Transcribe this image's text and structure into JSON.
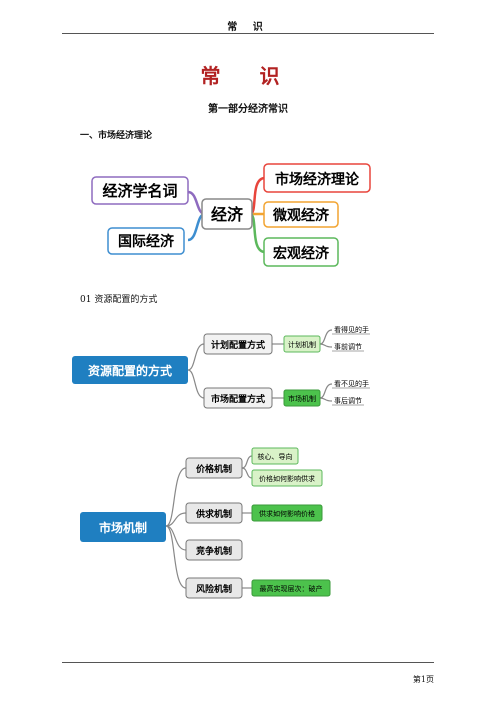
{
  "header": {
    "text": "常 识"
  },
  "title": "常 识",
  "part_title": "第一部分经济常识",
  "section_title": "一、市场经济理论",
  "map1": {
    "center": "经济",
    "left_top": "经济学名词",
    "left_bottom": "国际经济",
    "right_1": "市场经济理论",
    "right_2": "微观经济",
    "right_3": "宏观经济"
  },
  "subtitle": "01 资源配置的方式",
  "map2": {
    "root": "资源配置的方式",
    "plan": "计划配置方式",
    "plan_mech": "计划机制",
    "plan_note_1": "看得见的手",
    "plan_note_2": "事前调节",
    "market": "市场配置方式",
    "market_mech": "市场机制",
    "market_note_1": "看不见的手",
    "market_note_2": "事后调节"
  },
  "map3": {
    "root": "市场机制",
    "price": "价格机制",
    "price_note_1": "核心、导向",
    "price_note_2": "价格如何影响供求",
    "supply": "供求机制",
    "supply_note": "供求如何影响价格",
    "competition": "竞争机制",
    "risk": "风险机制",
    "risk_note": "最高实现层次：破产"
  },
  "footer": {
    "page": "第1页"
  },
  "colors": {
    "title_red": "#b22222",
    "root_blue": "#1f7fc1",
    "note_green": "#4cc24c",
    "light_green": "#d9f2c8",
    "branch_red": "#e8453c",
    "branch_orange": "#f2a431",
    "branch_green": "#5cb85c",
    "branch_purple": "#8e6bbf",
    "branch_blue": "#3e8ed0"
  }
}
